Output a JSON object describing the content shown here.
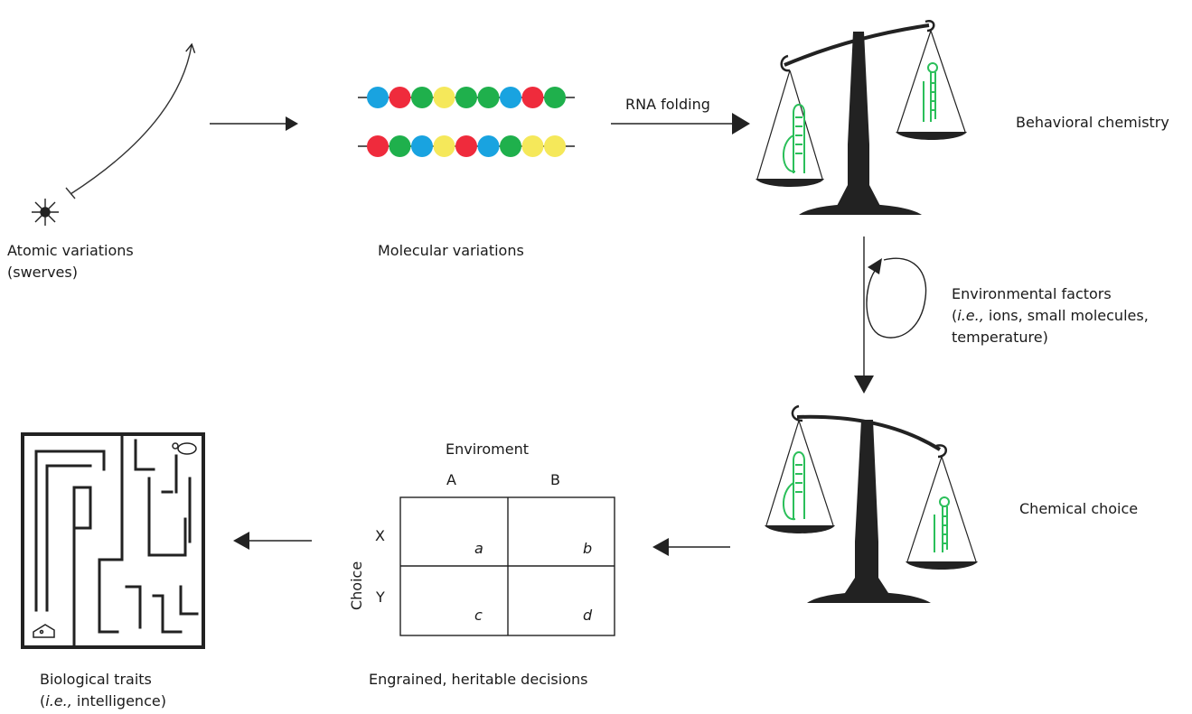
{
  "labels": {
    "atomic_line1": "Atomic variations",
    "atomic_line2": "(swerves)",
    "molecular": "Molecular variations",
    "rna_folding": "RNA folding",
    "behavioral": "Behavioral chemistry",
    "env_line1": "Environmental factors",
    "env_ie": "i.e.,",
    "env_line2_rest": " ions, small molecules,",
    "env_line3": "temperature)",
    "chemical_choice": "Chemical choice",
    "engrained": "Engrained, heritable decisions",
    "bio_line1": "Biological traits",
    "bio_ie": "i.e.,",
    "bio_line2_rest": " intelligence)"
  },
  "matrix": {
    "title": "Enviroment",
    "col_a": "A",
    "col_b": "B",
    "row_axis": "Choice",
    "row_x": "X",
    "row_y": "Y",
    "cell_a": "a",
    "cell_b": "b",
    "cell_c": "c",
    "cell_d": "d"
  },
  "bead_strands": [
    [
      "blue",
      "red",
      "green",
      "yellow",
      "green",
      "green",
      "blue",
      "red",
      "green"
    ],
    [
      "red",
      "green",
      "blue",
      "yellow",
      "red",
      "blue",
      "green",
      "yellow",
      "yellow"
    ]
  ],
  "colors": {
    "red": "#ef2b3c",
    "green": "#1fb04c",
    "blue": "#19a3e0",
    "yellow": "#f5e85a",
    "ink": "#222222",
    "rna": "#2bbf5a"
  }
}
